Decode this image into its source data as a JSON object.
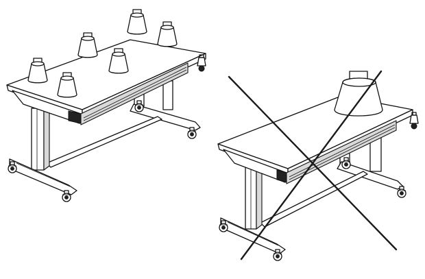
{
  "scenes": [
    {
      "id": "correct",
      "weights": 6,
      "crossed_out": false
    },
    {
      "id": "incorrect",
      "weights": 1,
      "crossed_out": true
    }
  ],
  "colors": {
    "line": "#111111",
    "background": "#ffffff",
    "shade": "#d9d9d9"
  },
  "icons": [
    "table-illustration",
    "weight-icon",
    "caster-wheel-icon",
    "crank-handle-icon",
    "cross-mark-icon"
  ]
}
